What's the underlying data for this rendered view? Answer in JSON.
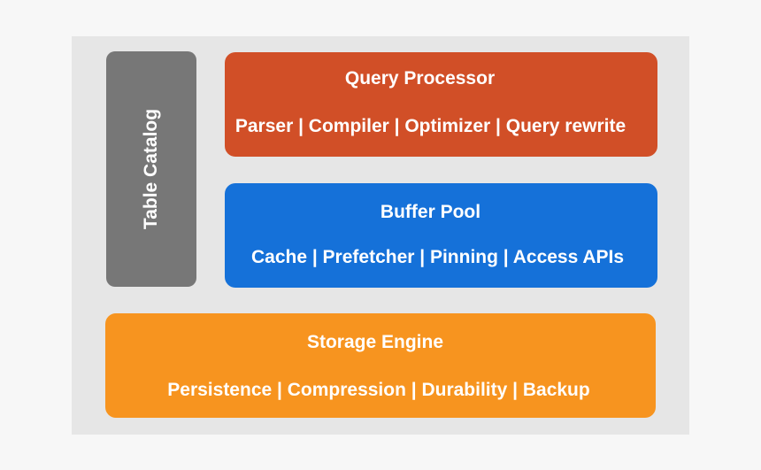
{
  "diagram": {
    "catalog": {
      "label": "Table Catalog"
    },
    "query_processor": {
      "title": "Query Processor",
      "items": "Parser | Compiler | Optimizer | Query rewrite"
    },
    "buffer_pool": {
      "title": "Buffer Pool",
      "items": "Cache | Prefetcher | Pinning | Access APIs"
    },
    "storage_engine": {
      "title": "Storage Engine",
      "items": "Persistence | Compression | Durability | Backup"
    }
  },
  "colors": {
    "panel": "#e6e6e6",
    "catalog": "#777777",
    "query_processor": "#d14f27",
    "buffer_pool": "#1571d9",
    "storage_engine": "#f7941f",
    "text": "#ffffff"
  }
}
